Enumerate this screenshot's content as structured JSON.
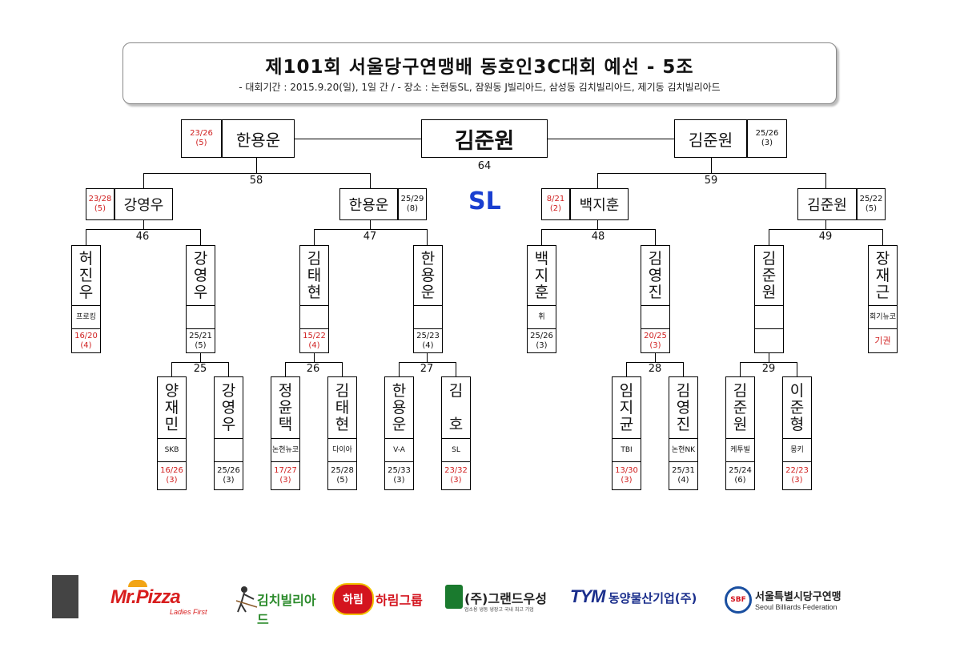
{
  "header": {
    "title": "제101회 서울당구연맹배 동호인3C대회 예선 - 5조",
    "subtitle": "- 대회기간 : 2015.9.20(일), 1일 간 / - 장소 : 논현동SL, 잠원동 J빌리아드, 삼성동 김치빌리아드, 제기동 김치빌리아드"
  },
  "final": {
    "winner": "김준원",
    "match_no": "64",
    "venue": "SL",
    "left": {
      "name": "한용운",
      "score": "23/26",
      "inn": "(5)"
    },
    "right": {
      "name": "김준원",
      "score": "25/26",
      "inn": "(3)"
    }
  },
  "semis": {
    "left": {
      "match_no": "58",
      "a": {
        "name": "강영우",
        "score": "23/28",
        "inn": "(5)"
      },
      "b": {
        "name": "한용운",
        "score": "25/29",
        "inn": "(8)"
      }
    },
    "right": {
      "match_no": "59",
      "a": {
        "name": "백지훈",
        "score": "8/21",
        "inn": "(2)"
      },
      "b": {
        "name": "김준원",
        "score": "25/22",
        "inn": "(5)"
      }
    }
  },
  "r16": [
    {
      "match_no": "46",
      "a": "허진우",
      "b": "강영우"
    },
    {
      "match_no": "47",
      "a": "김태현",
      "b": "한용운"
    },
    {
      "match_no": "48",
      "a": "백지훈",
      "b": "김영진"
    },
    {
      "match_no": "49",
      "a": "김준원",
      "b": "장재근"
    }
  ],
  "r32": [
    {
      "match_no": "25"
    },
    {
      "match_no": "26"
    },
    {
      "match_no": "27"
    },
    {
      "match_no": "28"
    },
    {
      "match_no": "29"
    }
  ],
  "players": {
    "heojinu": {
      "name": [
        "허",
        "진",
        "우"
      ],
      "club": "프로킹",
      "score": "16/20",
      "inn": "(4)"
    },
    "kangyu1": {
      "name": [
        "강",
        "영",
        "우"
      ],
      "club": "",
      "score": "25/21",
      "inn": "(5)"
    },
    "kimth1": {
      "name": [
        "김",
        "태",
        "현"
      ],
      "club": "",
      "score": "15/22",
      "inn": "(4)"
    },
    "hanyu1": {
      "name": [
        "한",
        "용",
        "운"
      ],
      "club": "",
      "score": "25/23",
      "inn": "(4)"
    },
    "baekjh": {
      "name": [
        "백",
        "지",
        "훈"
      ],
      "club": "휘",
      "score": "25/26",
      "inn": "(3)"
    },
    "kimyj1": {
      "name": [
        "김",
        "영",
        "진"
      ],
      "club": "",
      "score": "20/25",
      "inn": "(3)"
    },
    "kimjw1": {
      "name": [
        "김",
        "준",
        "원"
      ],
      "club": "",
      "score": "",
      "inn": ""
    },
    "jangjg": {
      "name": [
        "장",
        "재",
        "근"
      ],
      "club": "회기뉴코",
      "score": "기권",
      "inn": ""
    },
    "yangjm": {
      "name": [
        "양",
        "재",
        "민"
      ],
      "club": "SKB",
      "score": "16/26",
      "inn": "(3)"
    },
    "kangyu2": {
      "name": [
        "강",
        "영",
        "우"
      ],
      "club": "",
      "score": "25/26",
      "inn": "(3)"
    },
    "jungyt": {
      "name": [
        "정",
        "윤",
        "택"
      ],
      "club": "논현뉴코",
      "score": "17/27",
      "inn": "(3)"
    },
    "kimth2": {
      "name": [
        "김",
        "태",
        "현"
      ],
      "club": "다이아",
      "score": "25/28",
      "inn": "(5)"
    },
    "hanyu2": {
      "name": [
        "한",
        "용",
        "운"
      ],
      "club": "V-A",
      "score": "25/33",
      "inn": "(3)"
    },
    "kimho": {
      "name": [
        "김",
        "",
        "호"
      ],
      "club": "SL",
      "score": "23/32",
      "inn": "(3)"
    },
    "limjg": {
      "name": [
        "임",
        "지",
        "균"
      ],
      "club": "TBI",
      "score": "13/30",
      "inn": "(3)"
    },
    "kimyj2": {
      "name": [
        "김",
        "영",
        "진"
      ],
      "club": "논현NK",
      "score": "25/31",
      "inn": "(4)"
    },
    "kimjw2": {
      "name": [
        "김",
        "준",
        "원"
      ],
      "club": "케투빌",
      "score": "25/24",
      "inn": "(6)"
    },
    "leejh": {
      "name": [
        "이",
        "준",
        "형"
      ],
      "club": "몽키",
      "score": "22/23",
      "inn": "(3)"
    }
  },
  "sponsors": [
    {
      "name": "Mr.Pizza",
      "tagline": "Ladies First"
    },
    {
      "name": "김치빌리아드"
    },
    {
      "name": "하림",
      "label": "하림그룹"
    },
    {
      "name": "(주)그랜드우성",
      "tagline": "업소용 냉동 냉장고 국내 최고 기업"
    },
    {
      "name": "TYM",
      "label": "동양물산기업(주)"
    },
    {
      "name": "SBF",
      "label": "서울특별시당구연맹",
      "tagline": "Seoul Billiards Federation"
    }
  ],
  "colors": {
    "loss": "#d02020",
    "venue": "#1a3fd0",
    "pizza": "#d81e1e",
    "harim": "#d4141e",
    "grand": "#1a7a2e",
    "tym": "#1a2e8c",
    "sbf": "#1a4fa0"
  }
}
